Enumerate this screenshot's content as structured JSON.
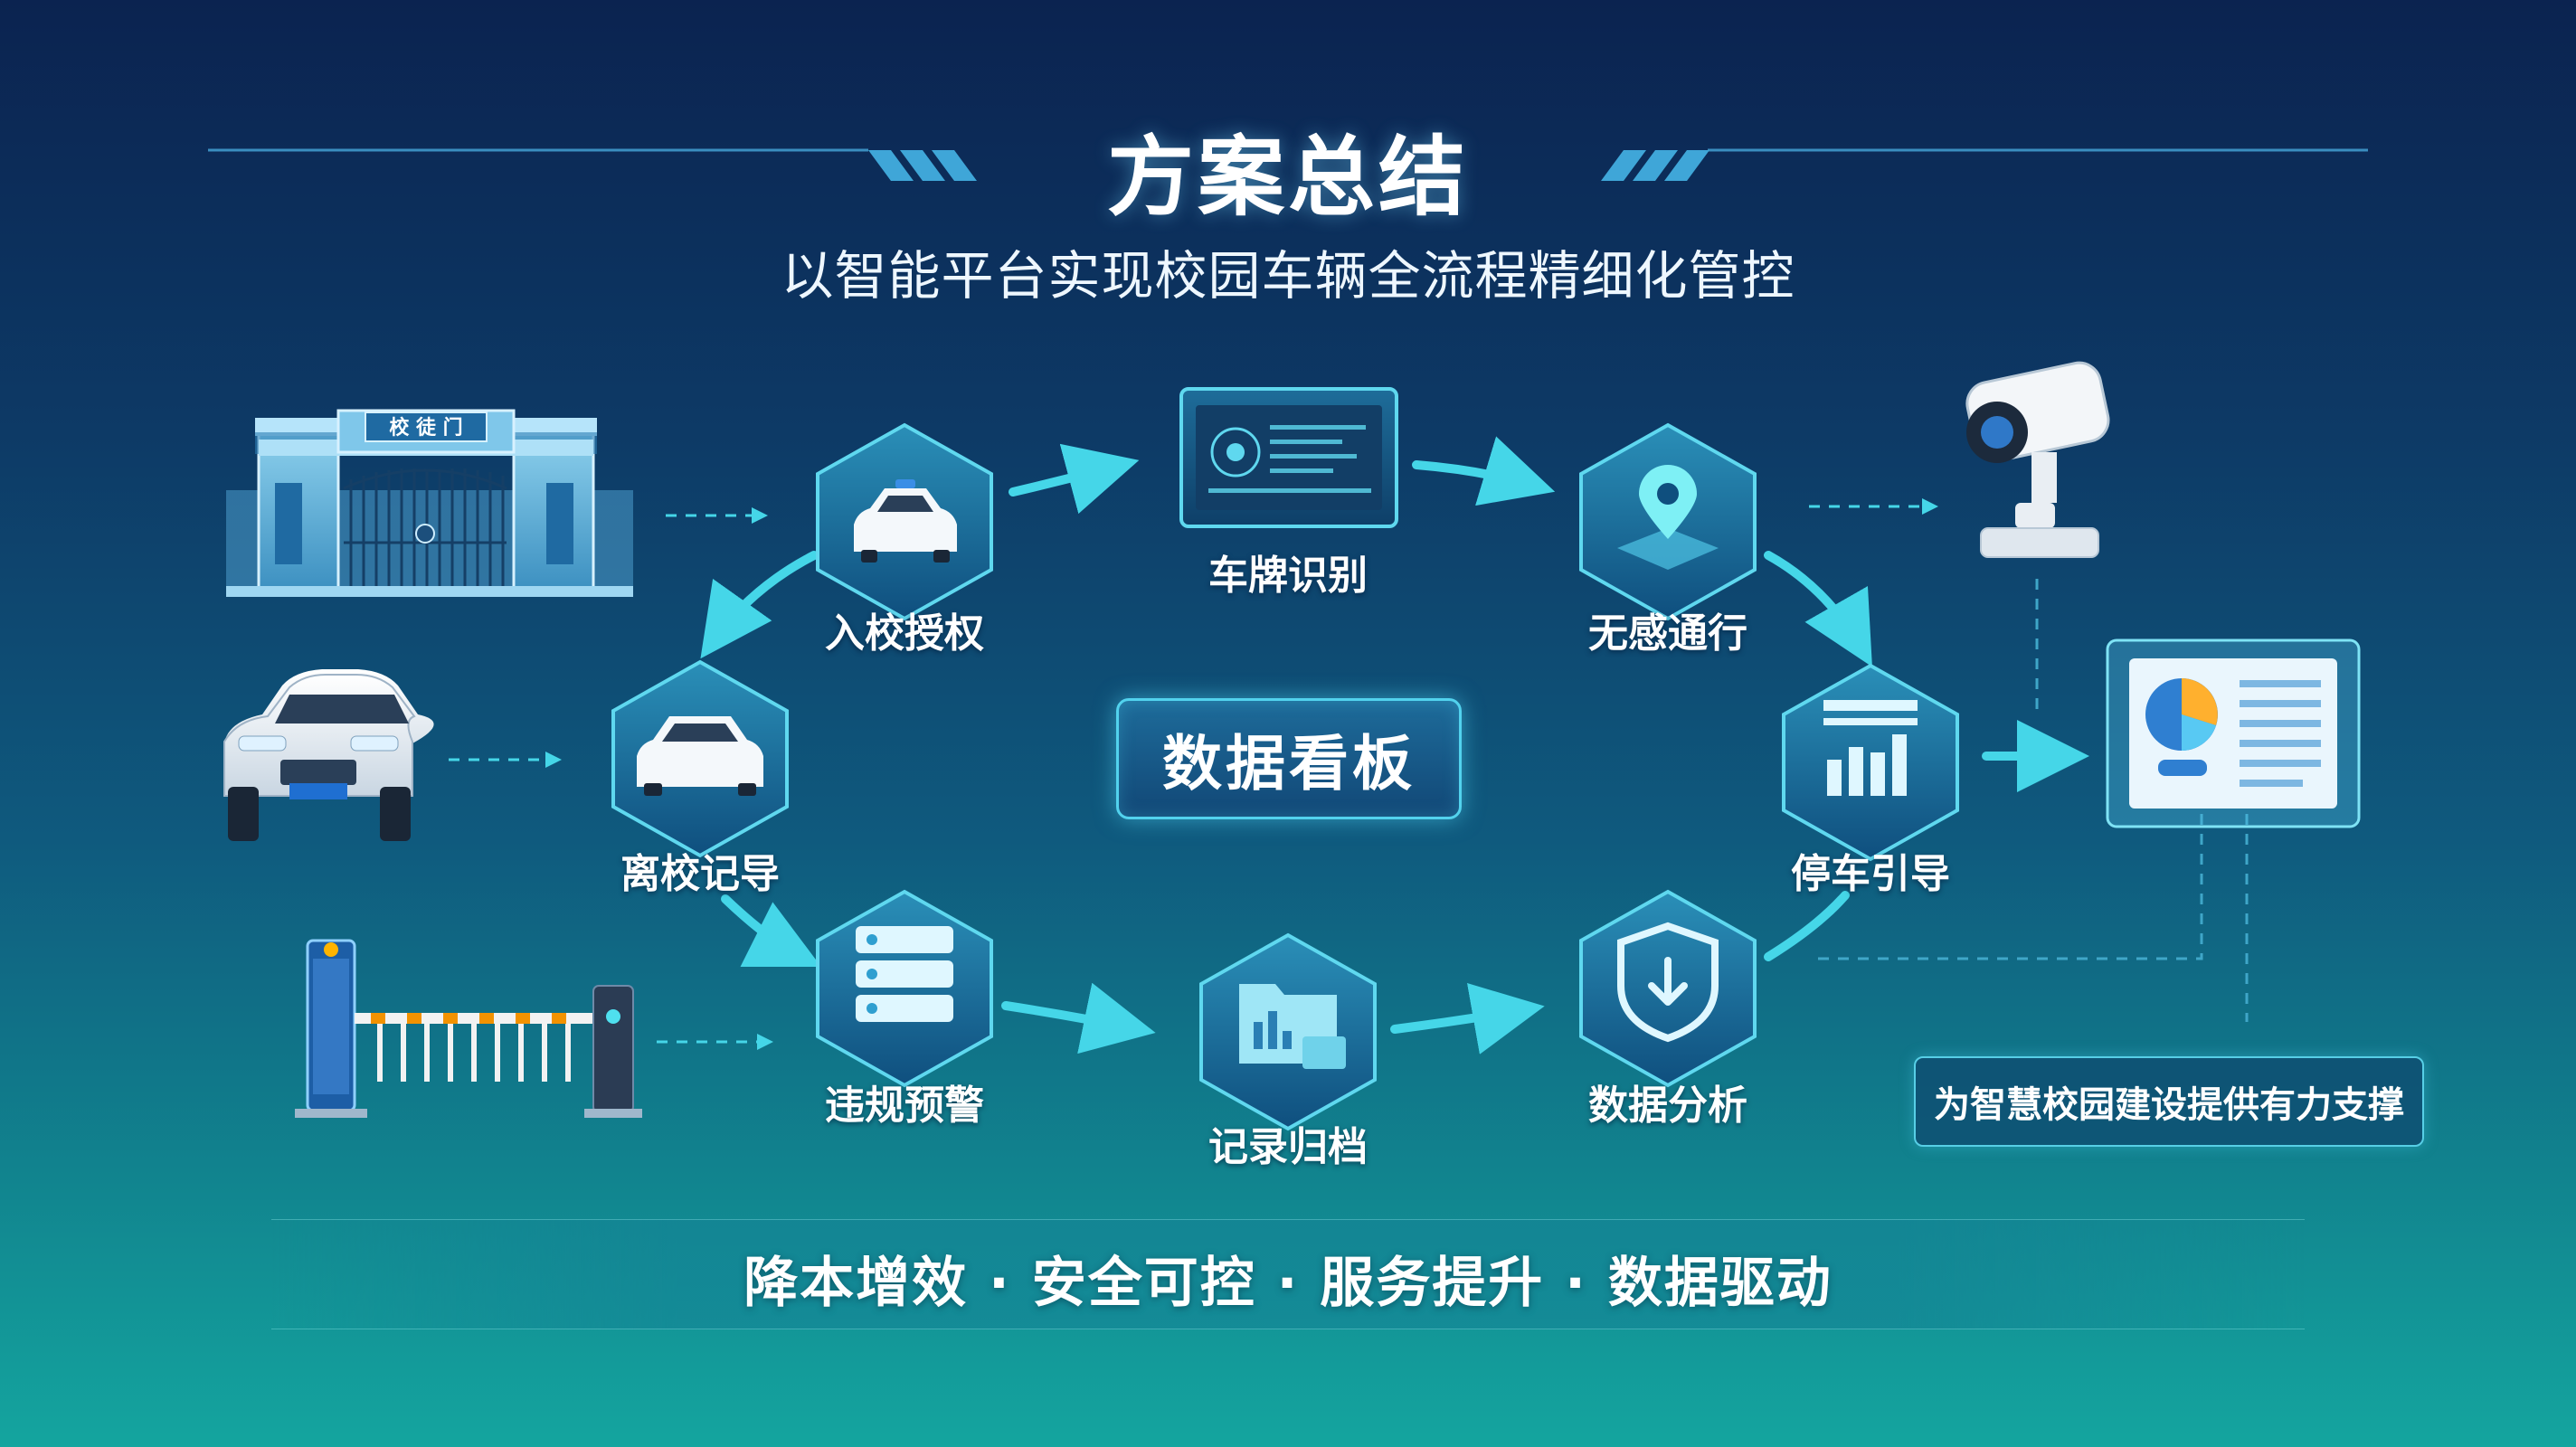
{
  "title": "方案总结",
  "subtitle": "以智能平台实现校园车辆全流程精细化管控",
  "nodes": {
    "entry": "入校授权",
    "plate": "车牌识别",
    "seamless": "无感通行",
    "exit": "离校记导",
    "parking": "停车引导",
    "violation": "违规预警",
    "archive": "记录归档",
    "analysis": "数据分析"
  },
  "center": "数据看板",
  "gate_sign": "校 徒 门",
  "support": "为智慧校园建设提供有力支撑",
  "slogan": "降本增效 · 安全可控 · 服务提升 · 数据驱动",
  "colors": {
    "accent": "#4fe0ef",
    "arrow": "#45d6e8",
    "panel_border": "#52d2ee"
  }
}
